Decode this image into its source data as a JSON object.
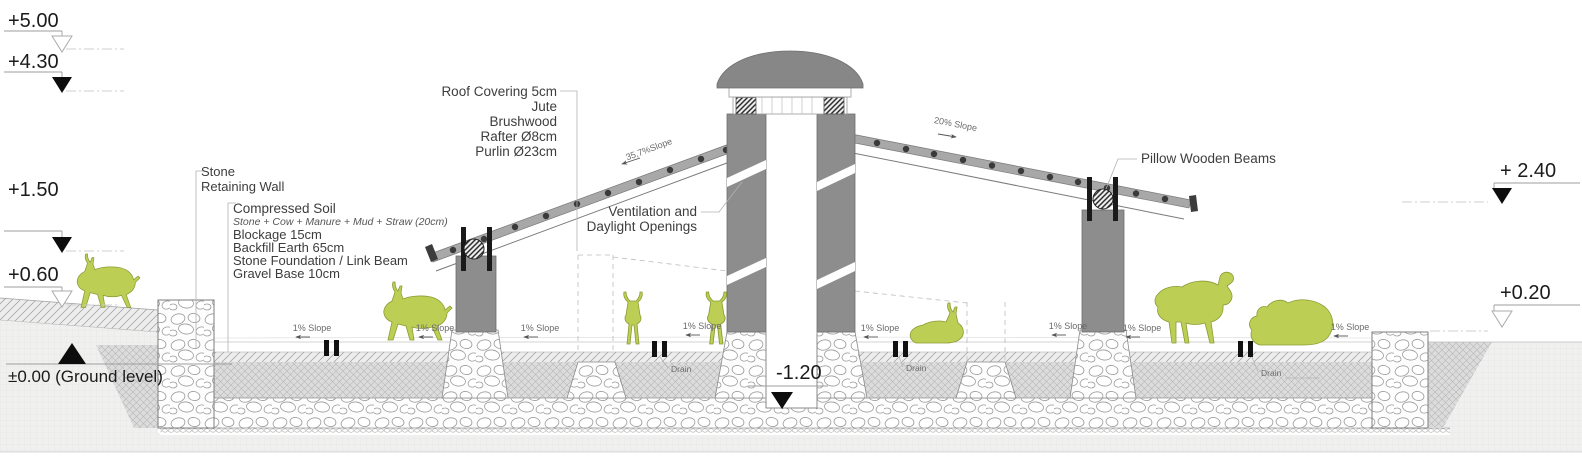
{
  "elevation_markers": {
    "plus500": "+5.00",
    "plus430": "+4.30",
    "plus150": "+1.50",
    "plus060": "+0.60",
    "ground": "±0.00 (Ground level)",
    "plus240": "+ 2.40",
    "plus020": "+0.20",
    "minus120": "-1.20"
  },
  "labels": {
    "roof_stack": [
      "Roof Covering 5cm",
      "Jute",
      "Brushwood",
      "Rafter Ø8cm",
      "Purlin Ø23cm"
    ],
    "ventilation_line1": "Ventilation and",
    "ventilation_line2": "Daylight Openings",
    "pillow_beams": "Pillow Wooden Beams",
    "stone_wall_line1": "Stone",
    "stone_wall_line2": "Retaining Wall",
    "soil_title": "Compressed Soil",
    "soil_subtitle": "Stone + Cow + Manure + Mud + Straw (20cm)",
    "soil_items": [
      "Blockage 15cm",
      "Backfill Earth 65cm",
      "Stone Foundation / Link Beam",
      "Gravel Base 10cm"
    ],
    "left_roof_slope": "35,7%Slope",
    "right_roof_slope": "20% Slope",
    "floor_slope": "1% Slope",
    "drain": "Drain"
  },
  "colors": {
    "animal_green": "#bdce55",
    "wall_gray": "#8d8d8d",
    "roof_gray": "#a8a8a8",
    "accent_dark": "#1b1b1b"
  }
}
